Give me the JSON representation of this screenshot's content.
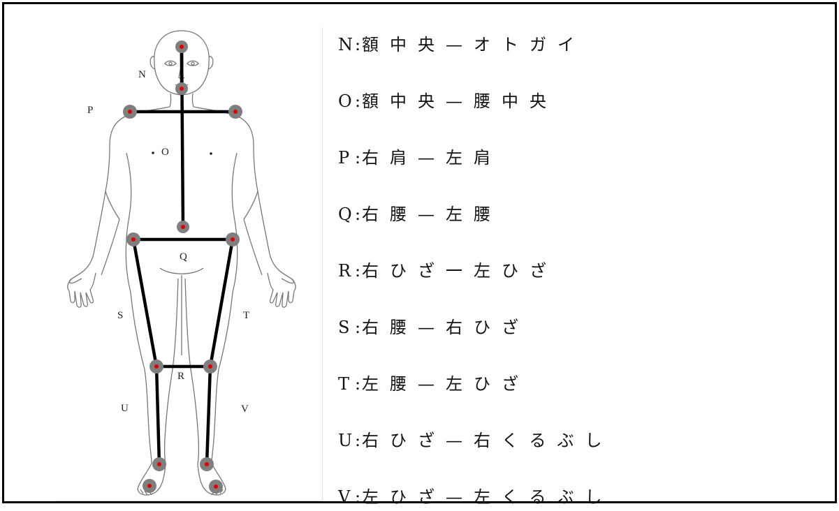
{
  "figure": {
    "labels": [
      {
        "key": "N",
        "text": "N"
      },
      {
        "key": "O",
        "text": "O"
      },
      {
        "key": "P",
        "text": "P"
      },
      {
        "key": "Q",
        "text": "Q"
      },
      {
        "key": "R",
        "text": "R"
      },
      {
        "key": "S",
        "text": "S"
      },
      {
        "key": "T",
        "text": "T"
      },
      {
        "key": "U",
        "text": "U"
      },
      {
        "key": "V",
        "text": "V"
      }
    ],
    "colors": {
      "joint_ring": "#7f7f7f",
      "joint_center": "#e00000",
      "segment": "#000000",
      "outline": "#777777"
    }
  },
  "legend": [
    {
      "key": "N",
      "colon": ":",
      "text": "額中央—オトガイ"
    },
    {
      "key": "O",
      "colon": ":",
      "text": "額中央—腰中央"
    },
    {
      "key": "P",
      "colon": ":",
      "text": "右肩—左肩"
    },
    {
      "key": "Q",
      "colon": ":",
      "text": "右腰—左腰"
    },
    {
      "key": "R",
      "colon": ":",
      "text": "右ひざ一左ひざ"
    },
    {
      "key": "S",
      "colon": ":",
      "text": "右腰—右ひざ"
    },
    {
      "key": "T",
      "colon": ":",
      "text": "左腰—左ひざ"
    },
    {
      "key": "U",
      "colon": ":",
      "text": "右ひざ—右くるぶし"
    },
    {
      "key": "V",
      "colon": ":",
      "text": "左ひざ—左くるぶし"
    }
  ]
}
